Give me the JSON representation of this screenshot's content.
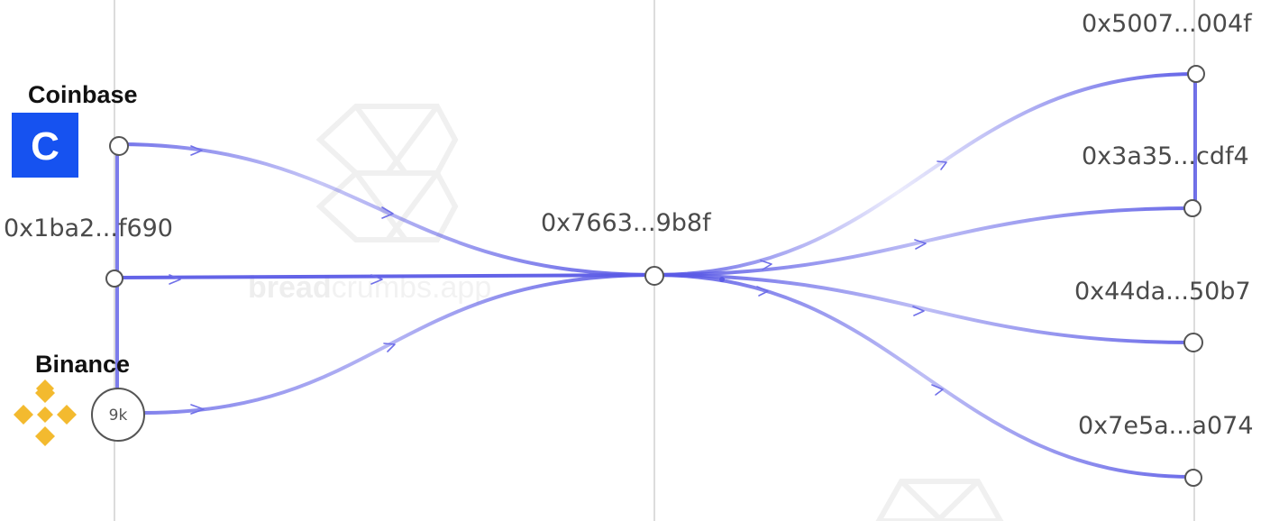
{
  "addresses": {
    "source_wallet": "0x1ba2...f690",
    "hub": "0x7663...9b8f",
    "out_1": "0x5007...004f",
    "out_2": "0x3a35...cdf4",
    "out_3": "0x44da...50b7",
    "out_4": "0x7e5a...a074"
  },
  "exchanges": {
    "coinbase": {
      "label": "Coinbase",
      "icon": "coinbase-logo-icon",
      "letter": "C",
      "color": "#1652f0"
    },
    "binance": {
      "label": "Binance",
      "icon": "binance-logo-icon",
      "color": "#f3ba2f",
      "count": "9k"
    }
  },
  "watermark": {
    "text_bold": "bread",
    "text_light": "crumbs.app"
  },
  "colors": {
    "flow": "#5b5be6",
    "grid": "#dcdcdc"
  }
}
